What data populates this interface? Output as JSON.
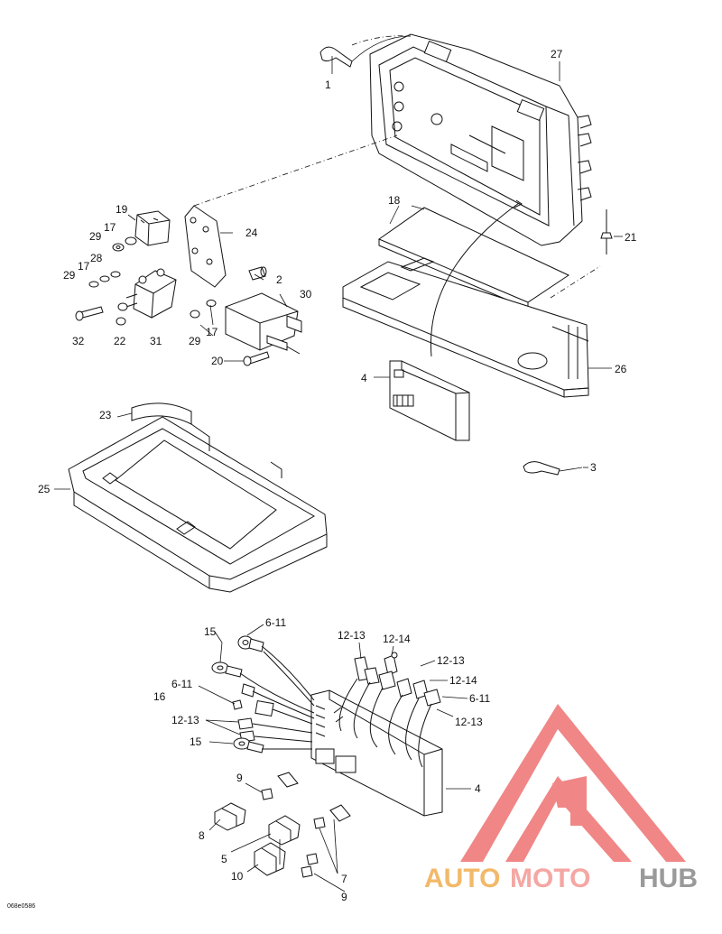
{
  "callouts": {
    "c1": "1",
    "c2": "2",
    "c3": "3",
    "c4_top": "4",
    "c4_bottom": "4",
    "c5": "5",
    "c6_11_a": "6-11",
    "c6_11_b": "6-11",
    "c6_11_c": "6-11",
    "c7": "7",
    "c8": "8",
    "c9_a": "9",
    "c9_b": "9",
    "c10": "10",
    "c12_13_a": "12-13",
    "c12_13_b": "12-13",
    "c12_13_c": "12-13",
    "c12_13_d": "12-13",
    "c12_14_a": "12-14",
    "c12_14_b": "12-14",
    "c15_a": "15",
    "c15_b": "15",
    "c16": "16",
    "c17_a": "17",
    "c17_b": "17",
    "c17_c": "17",
    "c18": "18",
    "c19": "19",
    "c20": "20",
    "c21": "21",
    "c22": "22",
    "c23": "23",
    "c24": "24",
    "c25": "25",
    "c26": "26",
    "c27": "27",
    "c28": "28",
    "c29_a": "29",
    "c29_b": "29",
    "c29_c": "29",
    "c30": "30",
    "c31": "31",
    "c32": "32"
  },
  "drawing_code": "068e0586",
  "watermark": {
    "word_auto": "AUTO",
    "word_moto": "MOTO",
    "word_hub": "HUB",
    "color_auto": "#f2b96a",
    "color_moto": "#f4a7a3",
    "color_hub": "#9a9a9a",
    "logo_color": "#f08080"
  }
}
